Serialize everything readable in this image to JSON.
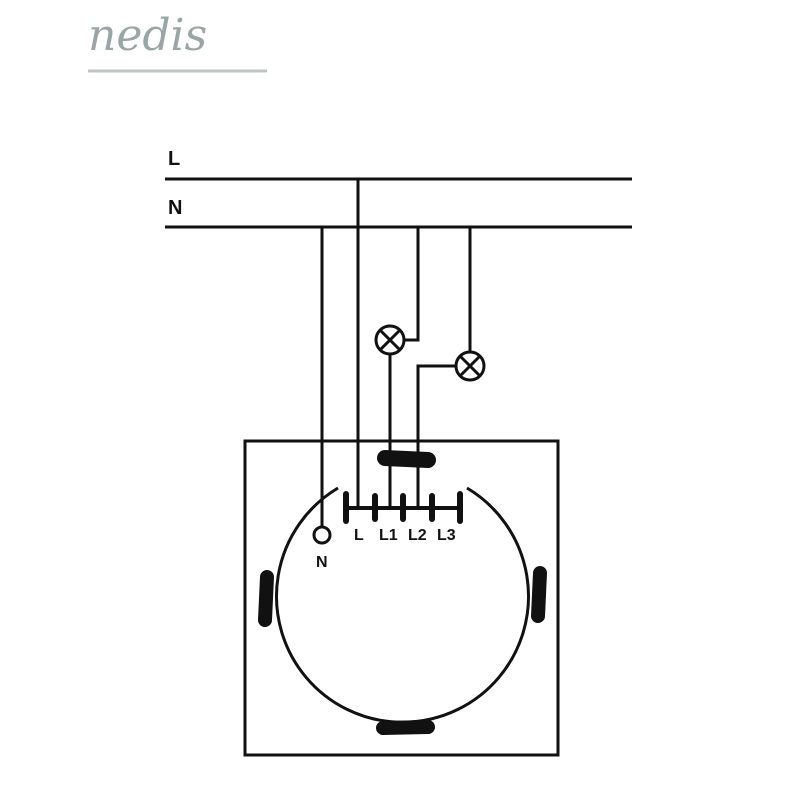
{
  "logo": {
    "text": "nedis"
  },
  "bus": {
    "line_label": "L",
    "neutral_label": "N"
  },
  "terminals": {
    "neutral": "N",
    "labels": [
      "L",
      "L1",
      "L2",
      "L3"
    ]
  },
  "colors": {
    "ink": "#111111",
    "logo": "#9aa5a5"
  }
}
